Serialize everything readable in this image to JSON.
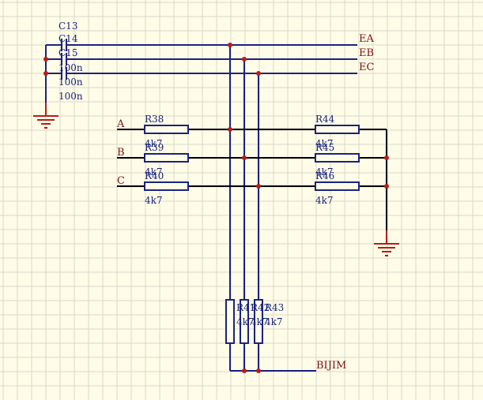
{
  "schematic": {
    "capacitors": {
      "designators": [
        "C13",
        "C14",
        "C15"
      ],
      "values": [
        "100n",
        "100n",
        "100n"
      ]
    },
    "nets": {
      "ea": "EA",
      "eb": "EB",
      "ec": "EC",
      "a": "A",
      "b": "B",
      "c": "C",
      "bijim": "BIJIM"
    },
    "resistors": {
      "r38": {
        "des": "R38",
        "val": "4k7"
      },
      "r39": {
        "des": "R39",
        "val": "4k7"
      },
      "r40": {
        "des": "R40",
        "val": "4k7"
      },
      "r44": {
        "des": "R44",
        "val": "4k7"
      },
      "r45": {
        "des": "R45",
        "val": "4k7"
      },
      "r46": {
        "des": "R46",
        "val": "4k7"
      },
      "r41": {
        "des": "R41",
        "val": "4k7"
      },
      "r42": {
        "des": "R42",
        "val": "4k7"
      },
      "r43": {
        "des": "R43",
        "val": "4k7"
      }
    }
  }
}
